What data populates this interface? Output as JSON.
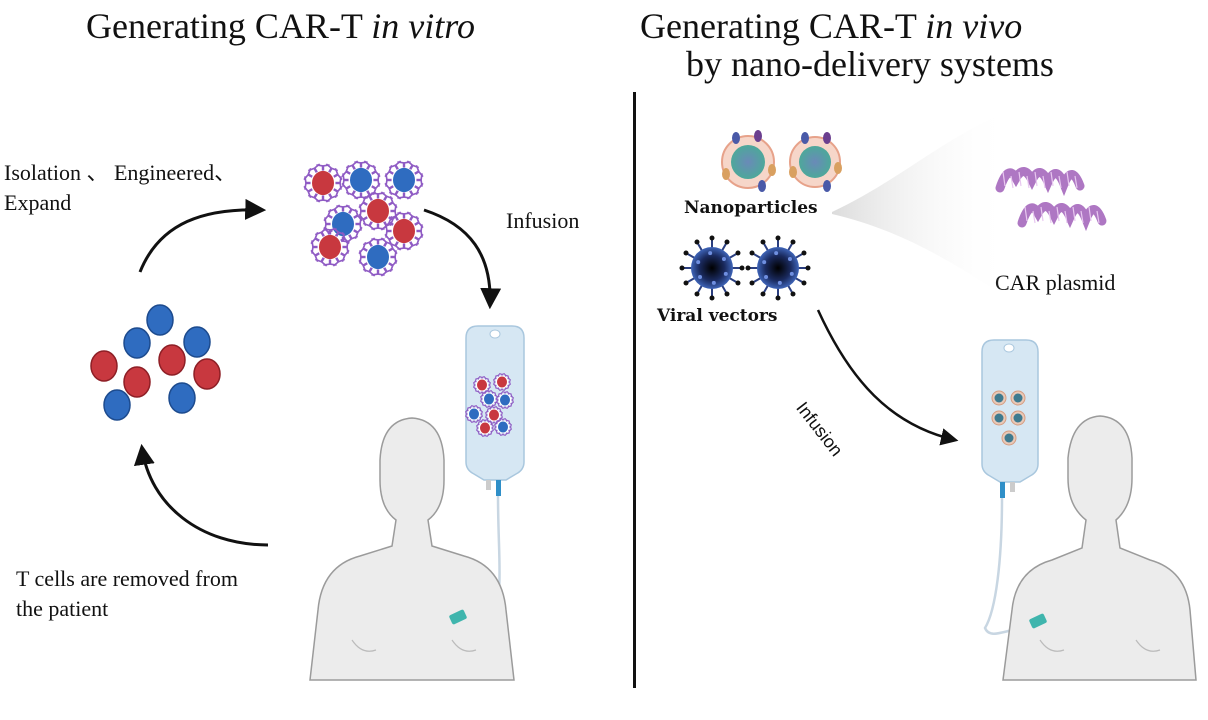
{
  "left_panel": {
    "title_prefix": "Generating CAR-T ",
    "title_italic": "in vitro",
    "steps": {
      "expand_line1": "Isolation 、 Engineered、",
      "expand_line2": "Expand",
      "infusion": "Infusion",
      "removed_line1": "T cells are removed from",
      "removed_line2": "the patient"
    }
  },
  "right_panel": {
    "title_line1_prefix": "Generating CAR-T ",
    "title_line1_italic": "in vivo",
    "title_line2": "by nano-delivery systems",
    "labels": {
      "nanoparticles": "Nanoparticles",
      "viral_vectors": "Viral vectors",
      "car_plasmid": "CAR plasmid",
      "infusion": "Infusion"
    }
  },
  "colors": {
    "t_cell_red": "#c8383f",
    "t_cell_blue": "#2f6cc0",
    "car_spikes": "#8f5bc4",
    "iv_bag": "#cfe3f1",
    "virus": "#1c2f66",
    "plasmid": "#a05fb8",
    "catheter": "#3fb5ad"
  }
}
